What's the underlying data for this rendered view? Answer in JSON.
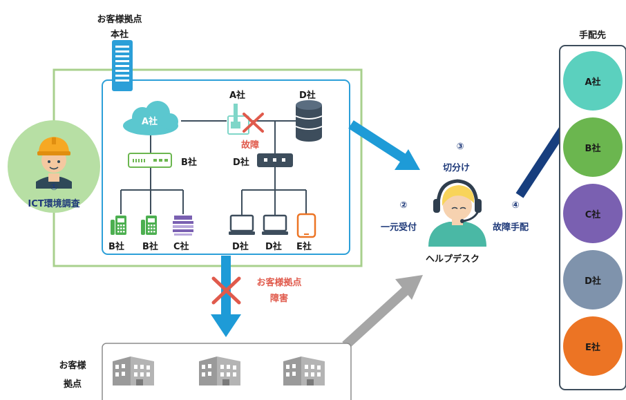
{
  "customer_hq": {
    "line1": "お客様拠点",
    "line2": "本社"
  },
  "network": {
    "cloud_label": "A社",
    "router_label": "A社",
    "server_label": "D社",
    "hub_b_label": "B社",
    "hub_d_label": "D社",
    "failure_label": "故障",
    "devices": [
      "B社",
      "B社",
      "C社",
      "D社",
      "D社",
      "E社"
    ]
  },
  "step1": {
    "number": "①",
    "label": "ICT環境調査"
  },
  "steps": {
    "step2_number": "②",
    "step2_label": "一元受付",
    "step3_number": "③",
    "step3_label": "切分け",
    "step4_number": "④",
    "step4_label": "故障手配"
  },
  "helpdesk": {
    "label": "ヘルプデスク"
  },
  "site_failure": {
    "line1": "お客様拠点",
    "line2": "障害"
  },
  "customer_sites": {
    "line1": "お客様",
    "line2": "拠点"
  },
  "vendors": {
    "title": "手配先",
    "items": [
      {
        "label": "A社",
        "color": "#5bd0be"
      },
      {
        "label": "B社",
        "color": "#6bb64f"
      },
      {
        "label": "C社",
        "color": "#7a60b1"
      },
      {
        "label": "D社",
        "color": "#7f93ac"
      },
      {
        "label": "E社",
        "color": "#ec7424"
      }
    ]
  },
  "colors": {
    "frame_green": "#a8d08d",
    "frame_blue": "#2b9fd8",
    "arrow_blue": "#1e9bd7",
    "arrow_navy": "#173e7e",
    "arrow_gray": "#a6a6a6",
    "fail_red": "#e05a4c"
  }
}
